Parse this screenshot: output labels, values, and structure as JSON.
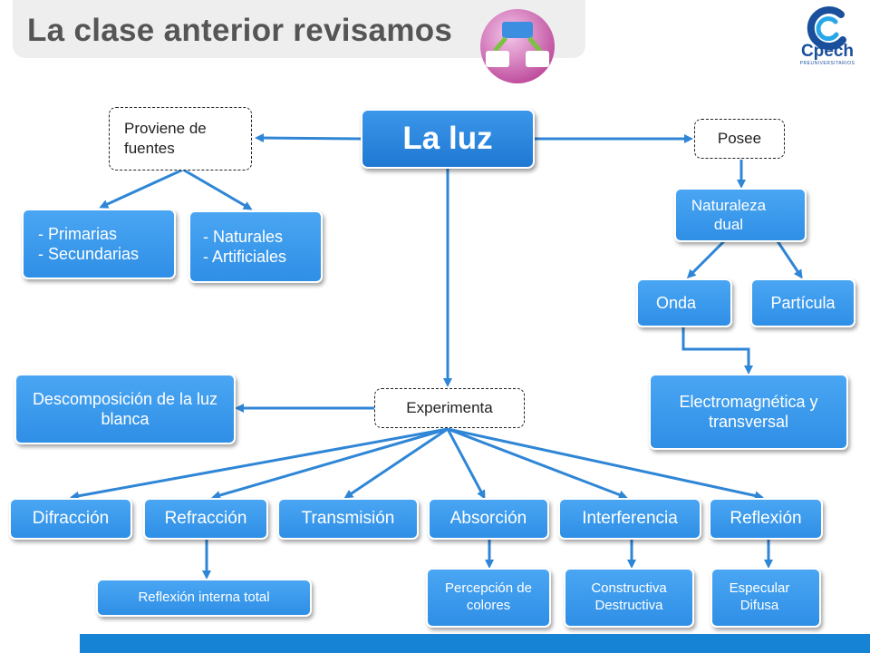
{
  "header": {
    "title": "La clase anterior revisamos",
    "logo_text": "Cpech",
    "logo_subtext": "PREUNIVERSITARIOS"
  },
  "nodes": {
    "main": "La luz",
    "proviene": "Proviene de fuentes",
    "primarias": "- Primarias",
    "secundarias": "- Secundarias",
    "naturales": "- Naturales",
    "artificiales": "- Artificiales",
    "posee": "Posee",
    "naturaleza_dual": "Naturaleza dual",
    "onda": "Onda",
    "particula": "Partícula",
    "electromagnetica": "Electromagnética y transversal",
    "experimenta": "Experimenta",
    "descomposicion": "Descomposición de la luz blanca",
    "difraccion": "Difracción",
    "refraccion": "Refracción",
    "transmision": "Transmisión",
    "absorcion": "Absorción",
    "interferencia": "Interferencia",
    "reflexion": "Reflexión",
    "reflexion_interna": "Reflexión interna total",
    "percepcion": "Percepción de colores",
    "constructiva": "Constructiva",
    "destructiva": "Destructiva",
    "especular": "Especular",
    "difusa": "Difusa"
  },
  "colors": {
    "node_fill": "#3a9cf0",
    "main_fill": "#2a86dd",
    "arrow": "#2f86d6",
    "title_text": "#555555",
    "bottom_bar": "#1683d4"
  },
  "icons": {
    "title_icon": "concept-map-icon",
    "logo": "cpech-logo-icon"
  }
}
